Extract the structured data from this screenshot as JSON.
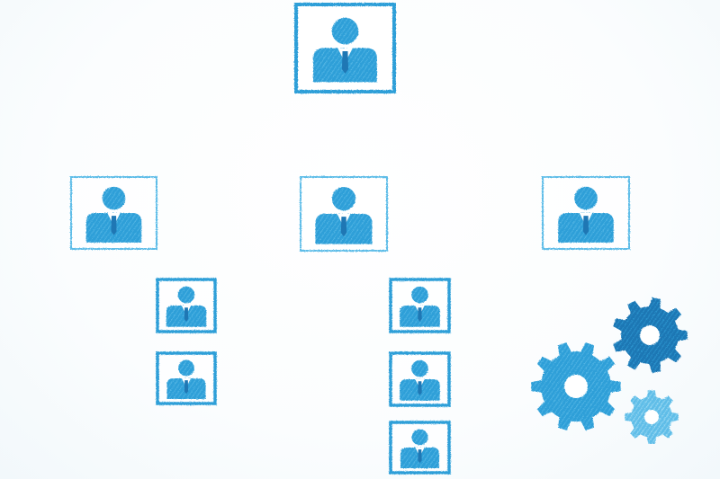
{
  "diagram": {
    "colors": {
      "primary": "#2f9fd8",
      "light": "#5fbde8",
      "dark": "#1f77b4",
      "pale": "#8fd3f0"
    },
    "nodes": [
      {
        "id": "root",
        "level": 0,
        "icon": "person-icon"
      },
      {
        "id": "manager-1",
        "level": 1,
        "icon": "person-icon"
      },
      {
        "id": "manager-2",
        "level": 1,
        "icon": "person-icon"
      },
      {
        "id": "manager-3",
        "level": 1,
        "icon": "person-icon"
      },
      {
        "id": "member-1a",
        "level": 2,
        "icon": "person-icon"
      },
      {
        "id": "member-1b",
        "level": 2,
        "icon": "person-icon"
      },
      {
        "id": "member-2a",
        "level": 2,
        "icon": "person-icon"
      },
      {
        "id": "member-2b",
        "level": 2,
        "icon": "person-icon"
      },
      {
        "id": "member-2c",
        "level": 2,
        "icon": "person-icon"
      }
    ],
    "edges": [
      {
        "from": "root",
        "to": "manager-1"
      },
      {
        "from": "root",
        "to": "manager-2"
      },
      {
        "from": "root",
        "to": "manager-3"
      },
      {
        "from": "manager-1",
        "to": "member-1a"
      },
      {
        "from": "manager-1",
        "to": "member-1b"
      },
      {
        "from": "manager-2",
        "to": "member-2a"
      },
      {
        "from": "manager-2",
        "to": "member-2b"
      },
      {
        "from": "manager-2",
        "to": "member-2c"
      }
    ],
    "decoration": [
      "gear-icon-large",
      "gear-icon-dark",
      "gear-icon-small"
    ]
  }
}
